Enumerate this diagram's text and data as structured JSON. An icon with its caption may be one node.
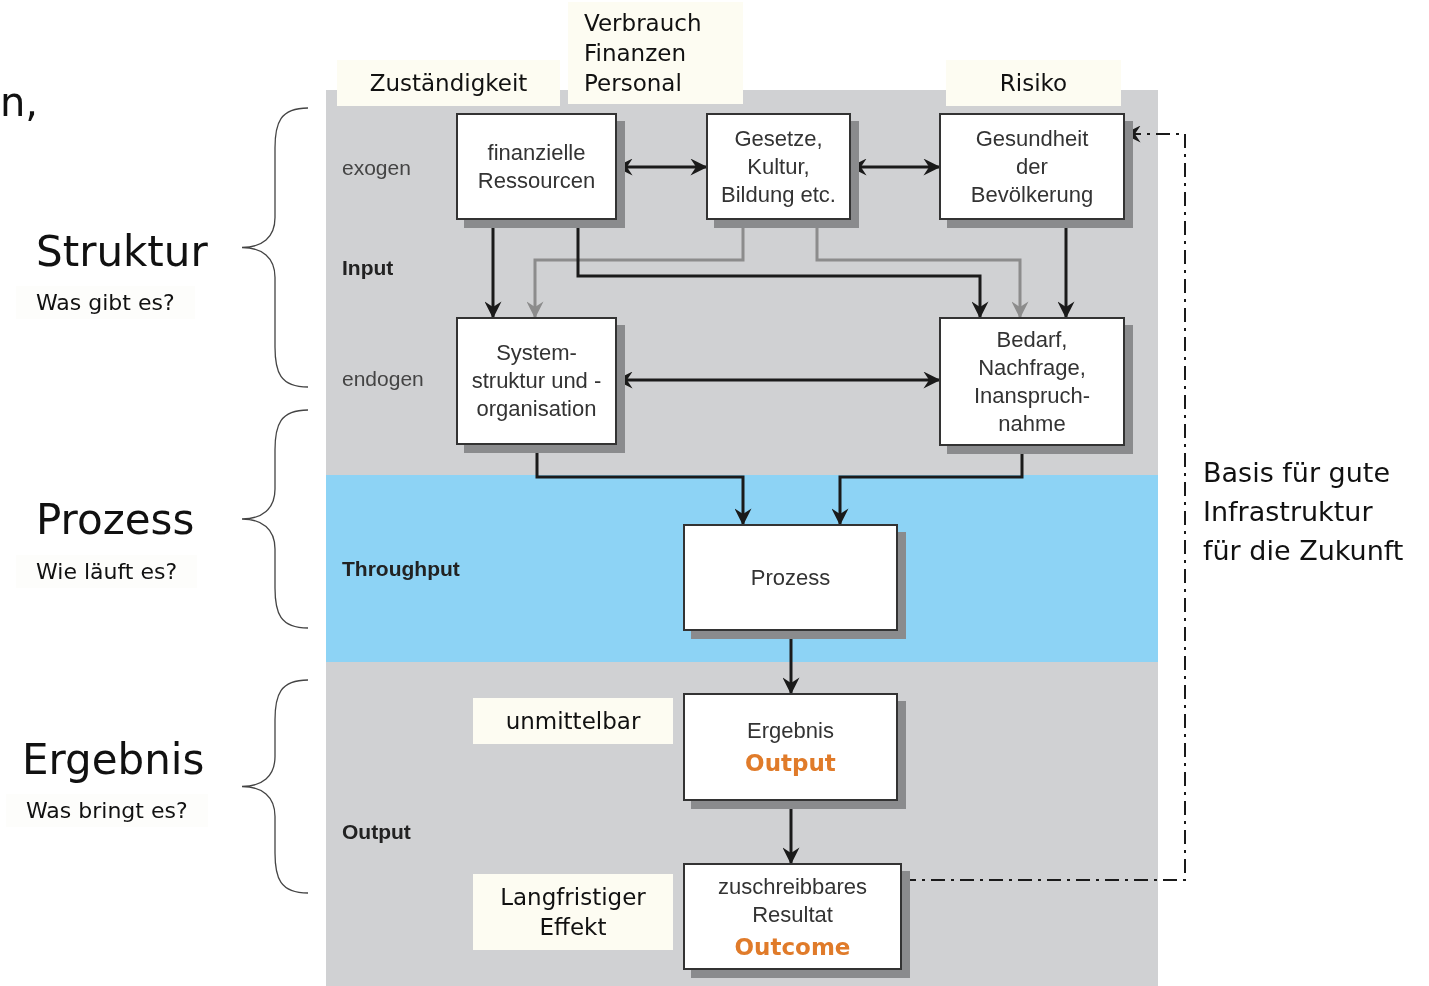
{
  "diagram": {
    "nodes": [
      {
        "text": [
          "exogen",
          "Input",
          "endogen"
        ]
      },
      {
        "text": [
          "Throughput"
        ]
      },
      {
        "text": [
          "Output"
        ]
      },
      {
        "text": [
          "Zuständigkeit"
        ]
      },
      {
        "text": [
          "Verbrauch Finanzen Personal"
        ]
      },
      {
        "text": [
          "Risiko"
        ]
      },
      {
        "text": [
          "finanzielle Ressourcen"
        ],
        "in": 0
      },
      {
        "text": [
          "Gesetze, Kultur, Bildung etc."
        ],
        "in": 0
      },
      {
        "text": [
          "Gesundheit der Bevölkerung"
        ],
        "in": 0
      },
      {
        "text": [
          "System-struktur und -organisation"
        ],
        "in": 0
      },
      {
        "text": [
          "Bedarf, Nachfrage, Inanspruch-nahme"
        ],
        "in": 0
      },
      {
        "text": [
          "Prozess"
        ],
        "in": 1
      },
      {
        "text": [
          "unmittelbar"
        ],
        "in": 2
      },
      {
        "text": [
          "Ergebnis",
          "Output"
        ],
        "in": 2
      },
      {
        "text": [
          "Langfristiger Effekt"
        ],
        "in": 2
      },
      {
        "text": [
          "zuschreibbares Resultat",
          "Outcome"
        ],
        "in": 2
      }
    ],
    "edges": [
      {
        "from": 6,
        "to": 7,
        "arrow": "both"
      },
      {
        "from": 7,
        "to": 8,
        "arrow": "both"
      },
      {
        "from": 6,
        "to": 9,
        "arrow": "to"
      },
      {
        "from": 7,
        "to": 9,
        "arrow": "to",
        "color": "#8c8c8c"
      },
      {
        "from": 6,
        "to": 10,
        "arrow": "to"
      },
      {
        "from": 7,
        "to": 10,
        "arrow": "to",
        "color": "#8c8c8c"
      },
      {
        "from": 8,
        "to": 10,
        "arrow": "to"
      },
      {
        "from": 9,
        "to": 10,
        "arrow": "both"
      },
      {
        "from": 9,
        "to": 11,
        "arrow": "to"
      },
      {
        "from": 10,
        "to": 11,
        "arrow": "to"
      },
      {
        "from": 11,
        "to": 13,
        "arrow": "to"
      },
      {
        "from": 13,
        "to": 15,
        "arrow": "to"
      },
      {
        "from": 15,
        "to": 8,
        "arrow": "to",
        "style": "dashed"
      }
    ],
    "labels": [
      "n,",
      "Struktur",
      "Was gibt es?",
      "Prozess",
      "Wie läuft es?",
      "Basis für gute Infrastruktur für die Zukunft",
      "Ergebnis",
      "Was bringt es?"
    ]
  }
}
